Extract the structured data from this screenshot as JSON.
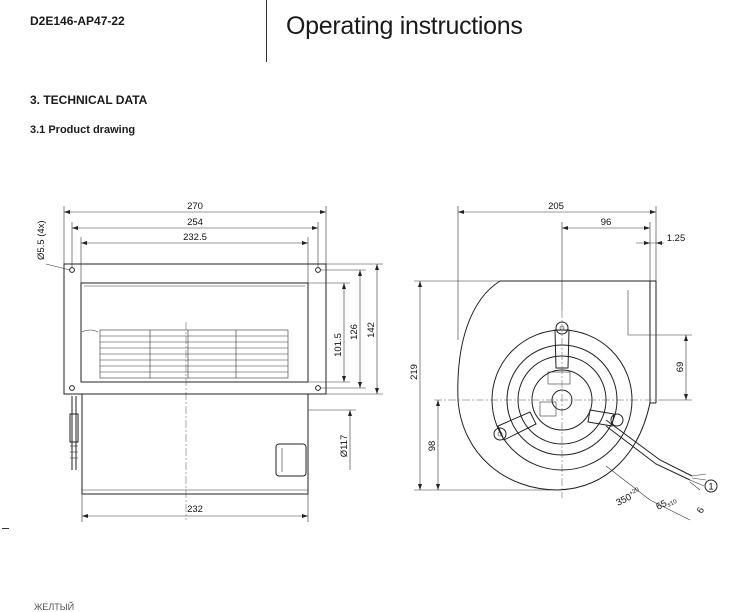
{
  "header": {
    "model_code": "D2E146-AP47-22",
    "title": "Operating instructions"
  },
  "section": {
    "heading": "3. TECHNICAL DATA",
    "subheading": "3.1 Product drawing"
  },
  "front_view": {
    "dim_width_overall": "270",
    "dim_hole_spacing": "254",
    "dim_opening_width": "232.5",
    "dim_hole_diameter": "Ø5.5 (4x)",
    "dim_opening_height": "101.5",
    "dim_hole_spacing_vertical": "126",
    "dim_height_overall": "142",
    "dim_motor_diameter": "Ø117",
    "dim_housing_width": "232"
  },
  "side_view": {
    "dim_depth_overall": "205",
    "dim_outlet_offset": "96",
    "dim_flange": "1.25",
    "dim_height_overall": "219",
    "dim_outlet_height": "69",
    "dim_axis_height": "98",
    "dim_cable_length": "350",
    "dim_cable_length_tol": "+20",
    "dim_strip_length": "65",
    "dim_strip_length_tol": "±10",
    "dim_wire_strip": "6",
    "callout_number": "1"
  },
  "footer": {
    "text": "ЖЕЛТЫЙ"
  }
}
